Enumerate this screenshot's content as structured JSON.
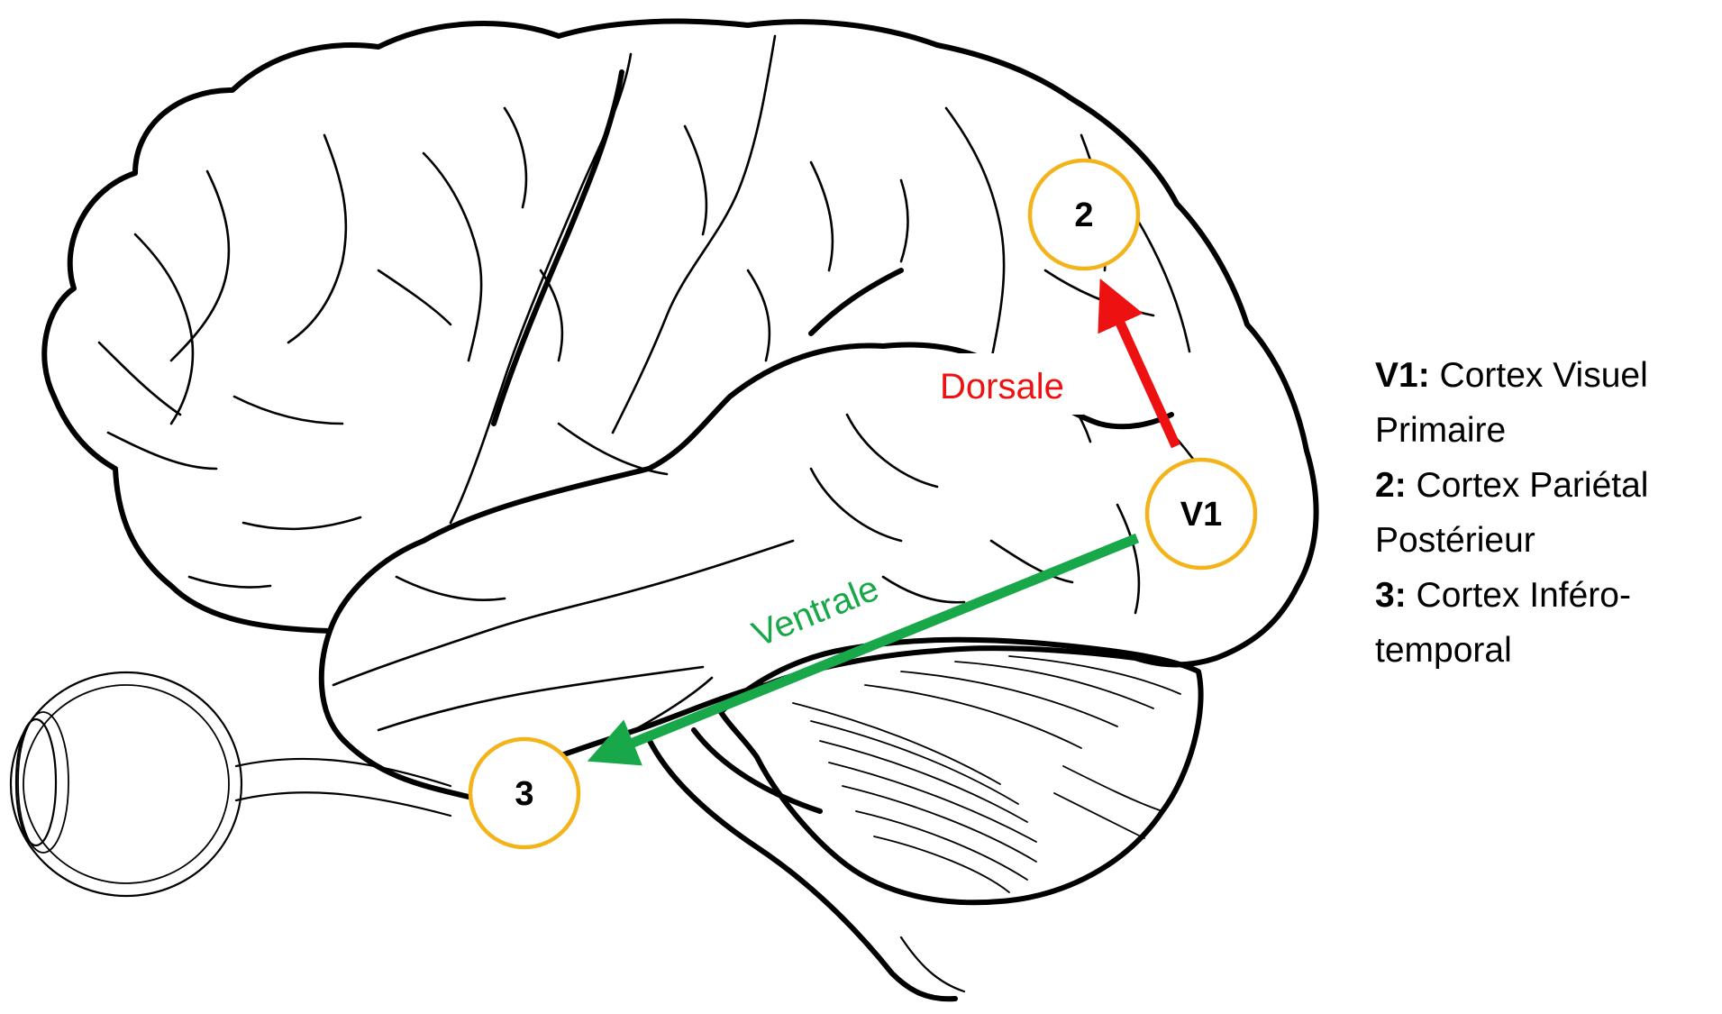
{
  "colors": {
    "dorsal": "#ee1111",
    "ventral": "#18a84a",
    "node_ring": "#f3b31a",
    "outline": "#000000"
  },
  "nodes": [
    {
      "id": "v1",
      "label": "V1"
    },
    {
      "id": "2",
      "label": "2"
    },
    {
      "id": "3",
      "label": "3"
    }
  ],
  "streams": {
    "dorsal": {
      "label": "Dorsale"
    },
    "ventral": {
      "label": "Ventrale"
    }
  },
  "legend": [
    {
      "key": "V1:",
      "text": "Cortex Visuel Primaire"
    },
    {
      "key": "2:",
      "text": "Cortex Pariétal Postérieur"
    },
    {
      "key": "3:",
      "text": "Cortex Inféro-temporal"
    }
  ]
}
